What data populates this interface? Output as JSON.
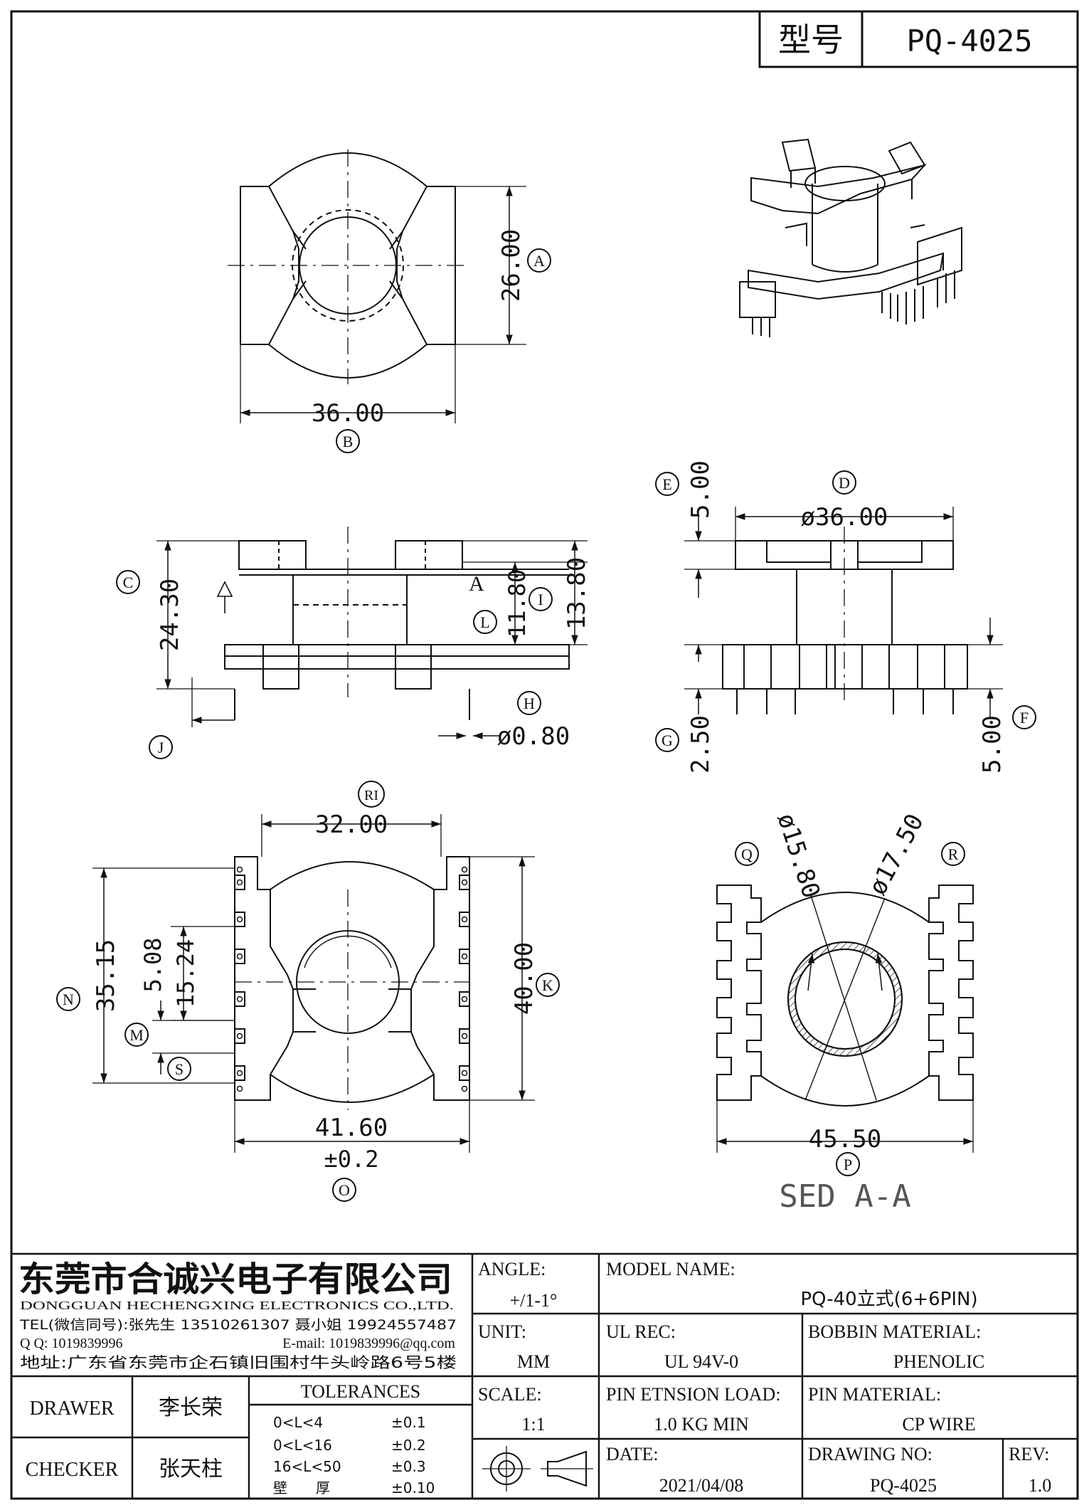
{
  "header": {
    "model_label": "型号",
    "model_value": "PQ-4025"
  },
  "dims": {
    "A": "26.00",
    "B": "36.00",
    "C": "24.30",
    "D": "ø36.00",
    "E": "5.00",
    "F": "5.00",
    "G": "2.50",
    "H": "ø0.80",
    "I": "13.80",
    "L": "11.80",
    "RI": "32.00",
    "K": "40.00",
    "N": "35.15",
    "S": "15.24",
    "M": "5.08",
    "O_value": "41.60",
    "O_tol": "±0.2",
    "P": "45.50",
    "Q": "ø15.80",
    "R": "ø17.50"
  },
  "labels": {
    "A": "A",
    "B": "B",
    "C": "C",
    "D": "D",
    "E": "E",
    "F": "F",
    "G": "G",
    "H": "H",
    "I": "I",
    "J": "J",
    "L": "L",
    "RI": "RI",
    "K": "K",
    "N": "N",
    "M": "M",
    "S": "S",
    "O": "O",
    "P": "P",
    "Q": "Q",
    "R": "R"
  },
  "section_arrow": "A",
  "section_caption": "SED A-A",
  "title_block": {
    "company_cn": "东莞市合诚兴电子有限公司",
    "company_en": "DONGGUAN HECHENGXING ELECTRONICS CO.,LTD.",
    "tel": "TEL(微信同号):张先生 13510261307 聂小姐 19924557487",
    "qq": "Q Q: 1019839996",
    "email": "E-mail: 1019839996@qq.com",
    "address": "地址:广东省东莞市企石镇旧围村牛头岭路6号5楼",
    "angle_label": "ANGLE:",
    "angle_value": "+/1-1°",
    "unit_label": "UNIT:",
    "unit_value": "MM",
    "scale_label": "SCALE:",
    "scale_value": "1:1",
    "model_name_label": "MODEL NAME:",
    "model_name_value": "PQ-40立式(6+6PIN)",
    "ul_label": "UL REC:",
    "ul_value": "UL 94V-0",
    "bobbin_label": "BOBBIN MATERIAL:",
    "bobbin_value": "PHENOLIC",
    "pin_load_label": "PIN ETNSION LOAD:",
    "pin_load_value": "1.0 KG MIN",
    "pin_mat_label": "PIN MATERIAL:",
    "pin_mat_value": "CP WIRE",
    "date_label": "DATE:",
    "date_value": "2021/04/08",
    "drawing_no_label": "DRAWING NO:",
    "drawing_no_value": "PQ-4025",
    "rev_label": "REV:",
    "rev_value": "1.0",
    "drawer_label": "DRAWER",
    "drawer_value": "李长荣",
    "checker_label": "CHECKER",
    "checker_value": "张天柱",
    "tolerances_label": "TOLERANCES",
    "tolerances": [
      {
        "range": "0<L<4",
        "value": "±0.1"
      },
      {
        "range": "0<L<16",
        "value": "±0.2"
      },
      {
        "range": "16<L<50",
        "value": "±0.3"
      },
      {
        "range": "壁　　厚",
        "value": "±0.10"
      }
    ]
  }
}
